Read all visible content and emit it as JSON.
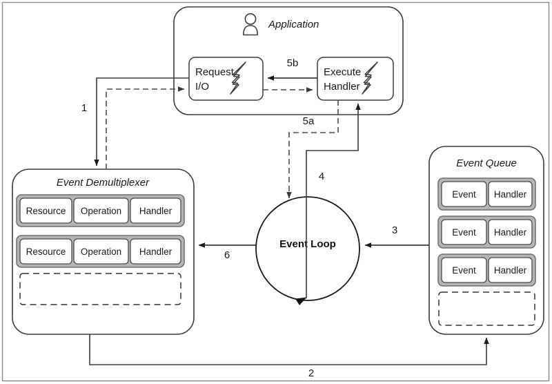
{
  "diagram": {
    "title": "Reactor Pattern / Event Loop Diagram",
    "frame_color": "#7d7d7d",
    "stroke_color": "#3c3c3c",
    "row_band_color": "#a8a8a8",
    "row_band_fill": "#b5b5b5",
    "cell_fill": "#ffffff"
  },
  "application": {
    "label": "Application",
    "icon": "person-icon",
    "boxes": [
      {
        "id": "request-io",
        "line1": "Request",
        "line2": "I/O",
        "icon": "lightning-bolt-icon"
      },
      {
        "id": "execute-handler",
        "line1": "Execute",
        "line2": "Handler",
        "icon": "lightning-bolt-icon"
      }
    ]
  },
  "event_demultiplexer": {
    "label": "Event Demultiplexer",
    "rows": [
      {
        "cells": [
          "Resource",
          "Operation",
          "Handler"
        ]
      },
      {
        "cells": [
          "Resource",
          "Operation",
          "Handler"
        ]
      }
    ],
    "placeholder": ""
  },
  "event_queue": {
    "label": "Event Queue",
    "rows": [
      {
        "cells": [
          "Event",
          "Handler"
        ]
      },
      {
        "cells": [
          "Event",
          "Handler"
        ]
      },
      {
        "cells": [
          "Event",
          "Handler"
        ]
      }
    ],
    "placeholder": ""
  },
  "event_loop": {
    "label": "Event Loop"
  },
  "steps": [
    {
      "id": "step-1",
      "label": "1"
    },
    {
      "id": "step-2",
      "label": "2"
    },
    {
      "id": "step-3",
      "label": "3"
    },
    {
      "id": "step-4",
      "label": "4"
    },
    {
      "id": "step-5a",
      "label": "5a"
    },
    {
      "id": "step-5b",
      "label": "5b"
    },
    {
      "id": "step-6",
      "label": "6"
    }
  ]
}
